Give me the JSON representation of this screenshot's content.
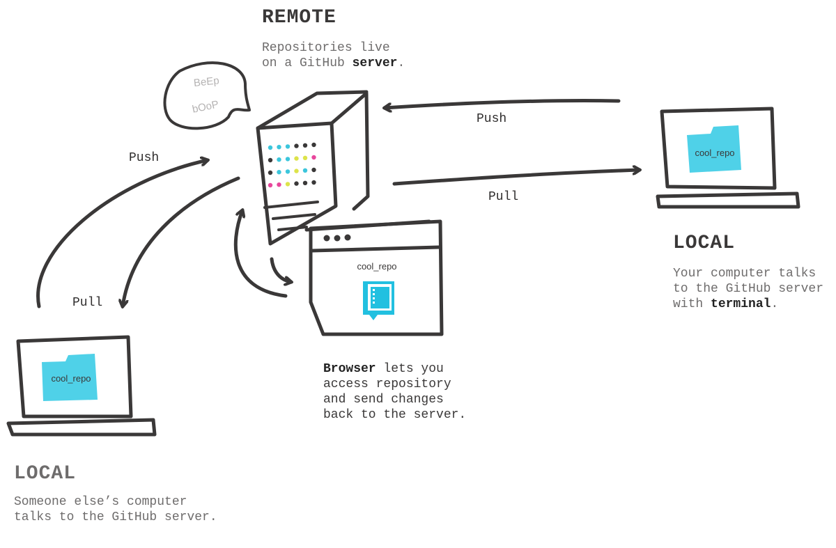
{
  "remote": {
    "title": "REMOTE",
    "desc_line1": "Repositories live",
    "desc_line2_pre": "on a GitHub ",
    "desc_line2_bold": "server",
    "desc_line2_post": "."
  },
  "bubble": {
    "line1": "BeEp",
    "line2": "bOoP"
  },
  "local_right": {
    "title": "LOCAL",
    "desc_line1": "Your computer talks",
    "desc_line2": "to the GitHub server",
    "desc_line3_pre": "with ",
    "desc_line3_bold": "terminal",
    "desc_line3_post": ".",
    "folder_label": "cool_repo"
  },
  "local_left": {
    "title": "LOCAL",
    "desc_line1": "Someone else’s computer",
    "desc_line2": "talks to the GitHub server.",
    "folder_label": "cool_repo"
  },
  "browser": {
    "repo_label": "cool_repo",
    "desc_bold": "Browser",
    "desc_line1_post": " lets you",
    "desc_line2": "access repository",
    "desc_line3": "and send changes",
    "desc_line4": "back to the server."
  },
  "arrows": {
    "push_right": "Push",
    "pull_right": "Pull",
    "push_left": "Push",
    "pull_left": "Pull"
  },
  "colors": {
    "ink": "#3a3838",
    "folder": "#4fd1e8",
    "book": "#22c0e0",
    "dot_cyan": "#3cc6dc",
    "dot_yellow": "#dde34a",
    "dot_magenta": "#e8479c"
  },
  "icons": [
    "server-icon",
    "laptop-icon",
    "folder-icon",
    "browser-window-icon",
    "repository-book-icon",
    "speech-bubble-icon",
    "arrow-icon"
  ]
}
